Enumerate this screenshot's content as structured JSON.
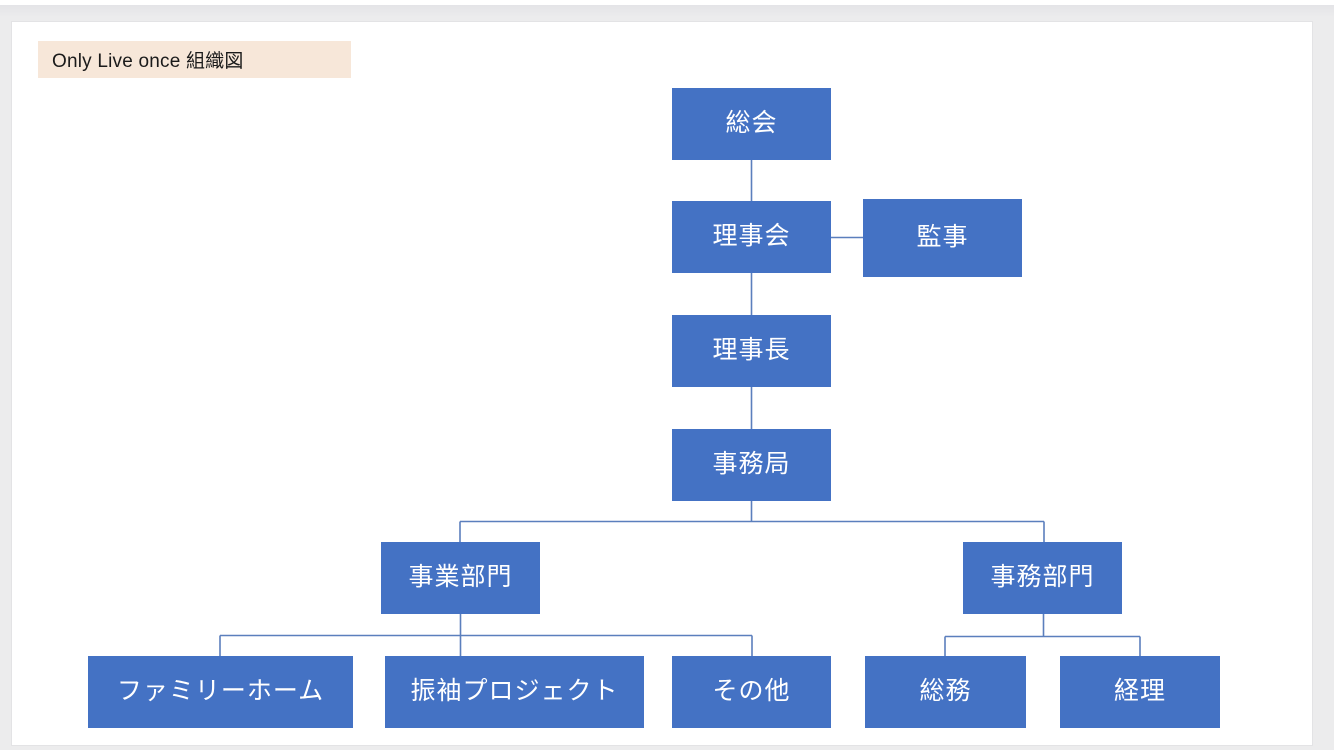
{
  "document": {
    "title_chip": "Only Live once  組織図",
    "title_chip_bg": "#f7e7d9",
    "canvas_bg": "#ffffff",
    "workspace_bg": "#ececed"
  },
  "theme": {
    "node_fill": "#4472c4",
    "node_text": "#ffffff",
    "connector_color": "#5b7fbd"
  },
  "org_chart": {
    "nodes": [
      {
        "id": "general-assembly",
        "label": "総会"
      },
      {
        "id": "board",
        "label": "理事会"
      },
      {
        "id": "auditor",
        "label": "監事"
      },
      {
        "id": "chairman",
        "label": "理事長"
      },
      {
        "id": "secretariat",
        "label": "事務局"
      },
      {
        "id": "business-division",
        "label": "事業部門"
      },
      {
        "id": "admin-division",
        "label": "事務部門"
      },
      {
        "id": "family-home",
        "label": "ファミリーホーム"
      },
      {
        "id": "furisode-project",
        "label": "振袖プロジェクト"
      },
      {
        "id": "others",
        "label": "その他"
      },
      {
        "id": "general-affairs",
        "label": "総務"
      },
      {
        "id": "accounting",
        "label": "経理"
      }
    ],
    "edges": [
      {
        "from": "general-assembly",
        "to": "board",
        "type": "vertical"
      },
      {
        "from": "board",
        "to": "auditor",
        "type": "horizontal"
      },
      {
        "from": "board",
        "to": "chairman",
        "type": "vertical"
      },
      {
        "from": "chairman",
        "to": "secretariat",
        "type": "vertical"
      },
      {
        "from": "secretariat",
        "to": "business-division",
        "type": "elbow"
      },
      {
        "from": "secretariat",
        "to": "admin-division",
        "type": "elbow"
      },
      {
        "from": "business-division",
        "to": "family-home",
        "type": "elbow"
      },
      {
        "from": "business-division",
        "to": "furisode-project",
        "type": "elbow"
      },
      {
        "from": "business-division",
        "to": "others",
        "type": "elbow"
      },
      {
        "from": "admin-division",
        "to": "general-affairs",
        "type": "elbow"
      },
      {
        "from": "admin-division",
        "to": "accounting",
        "type": "elbow"
      }
    ]
  }
}
